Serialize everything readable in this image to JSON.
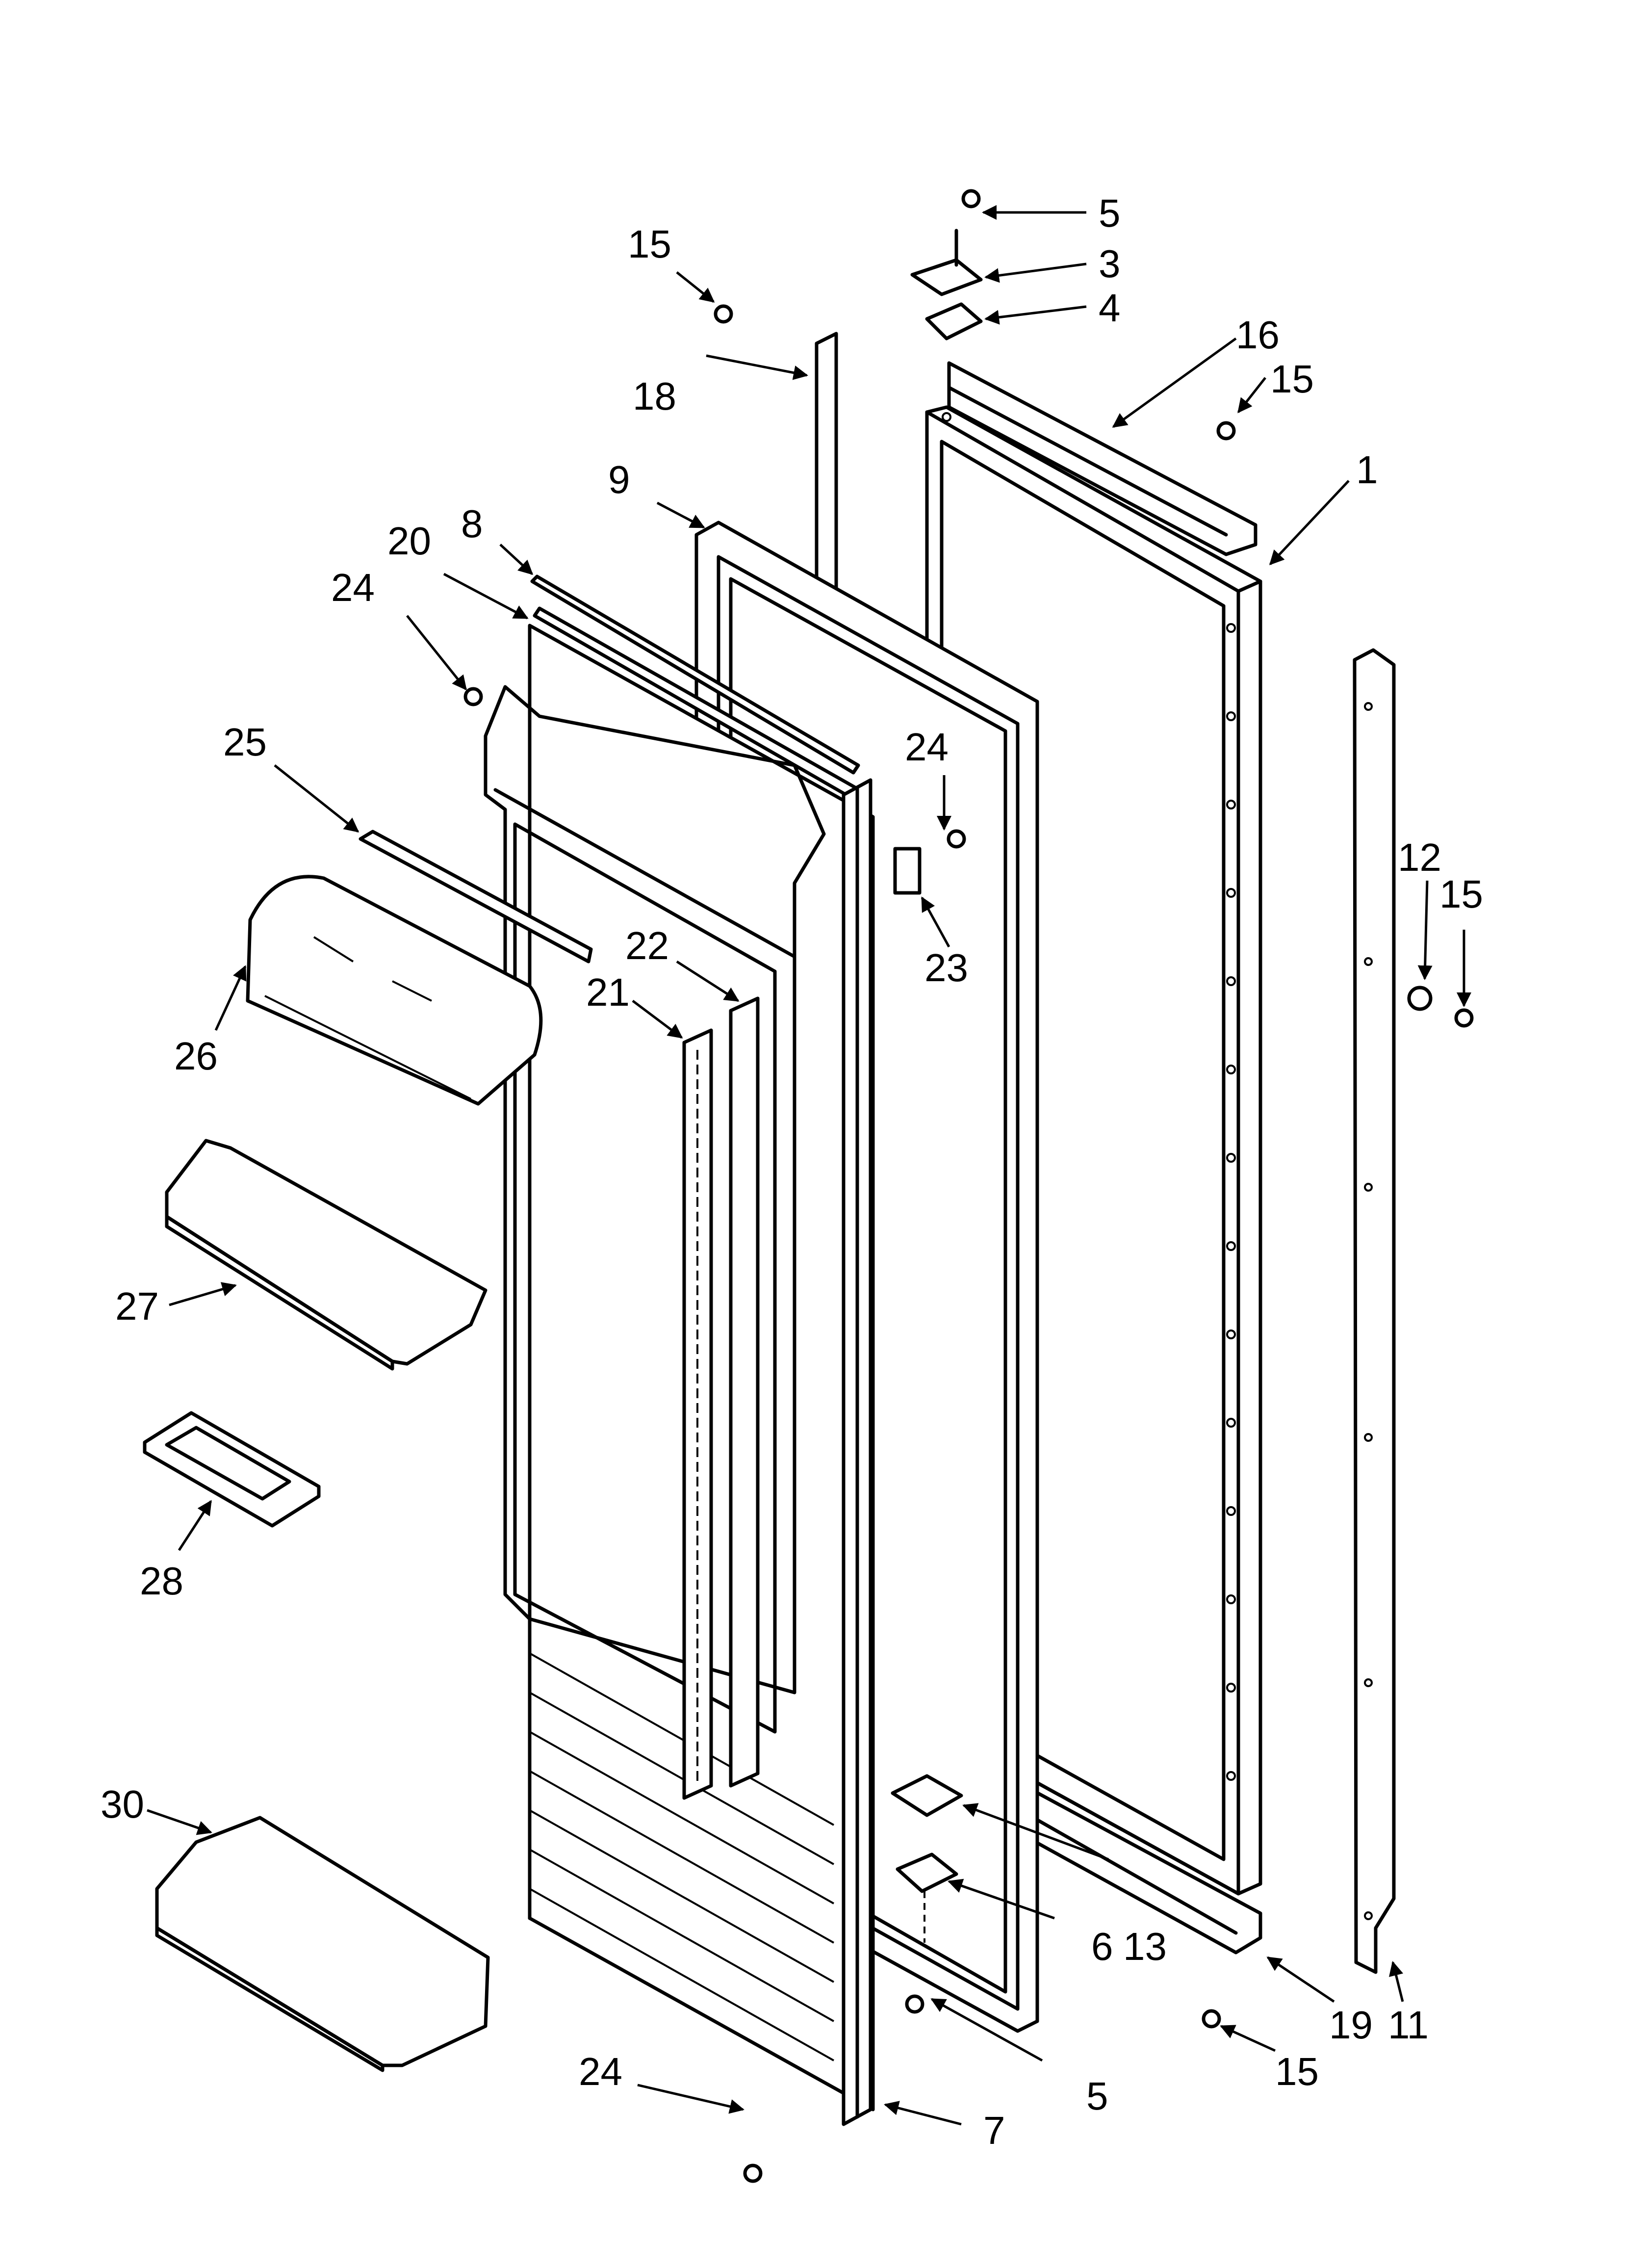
{
  "callouts": [
    {
      "label": "5"
    },
    {
      "label": "3"
    },
    {
      "label": "4"
    },
    {
      "label": "15"
    },
    {
      "label": "16"
    },
    {
      "label": "15"
    },
    {
      "label": "18"
    },
    {
      "label": "1"
    },
    {
      "label": "9"
    },
    {
      "label": "8"
    },
    {
      "label": "20"
    },
    {
      "label": "24"
    },
    {
      "label": "25"
    },
    {
      "label": "24"
    },
    {
      "label": "23"
    },
    {
      "label": "22"
    },
    {
      "label": "21"
    },
    {
      "label": "26"
    },
    {
      "label": "12"
    },
    {
      "label": "15"
    },
    {
      "label": "27"
    },
    {
      "label": "28"
    },
    {
      "label": "30"
    },
    {
      "label": "13"
    },
    {
      "label": "6"
    },
    {
      "label": "5"
    },
    {
      "label": "7"
    },
    {
      "label": "24"
    },
    {
      "label": "15"
    },
    {
      "label": "19"
    },
    {
      "label": "11"
    }
  ]
}
